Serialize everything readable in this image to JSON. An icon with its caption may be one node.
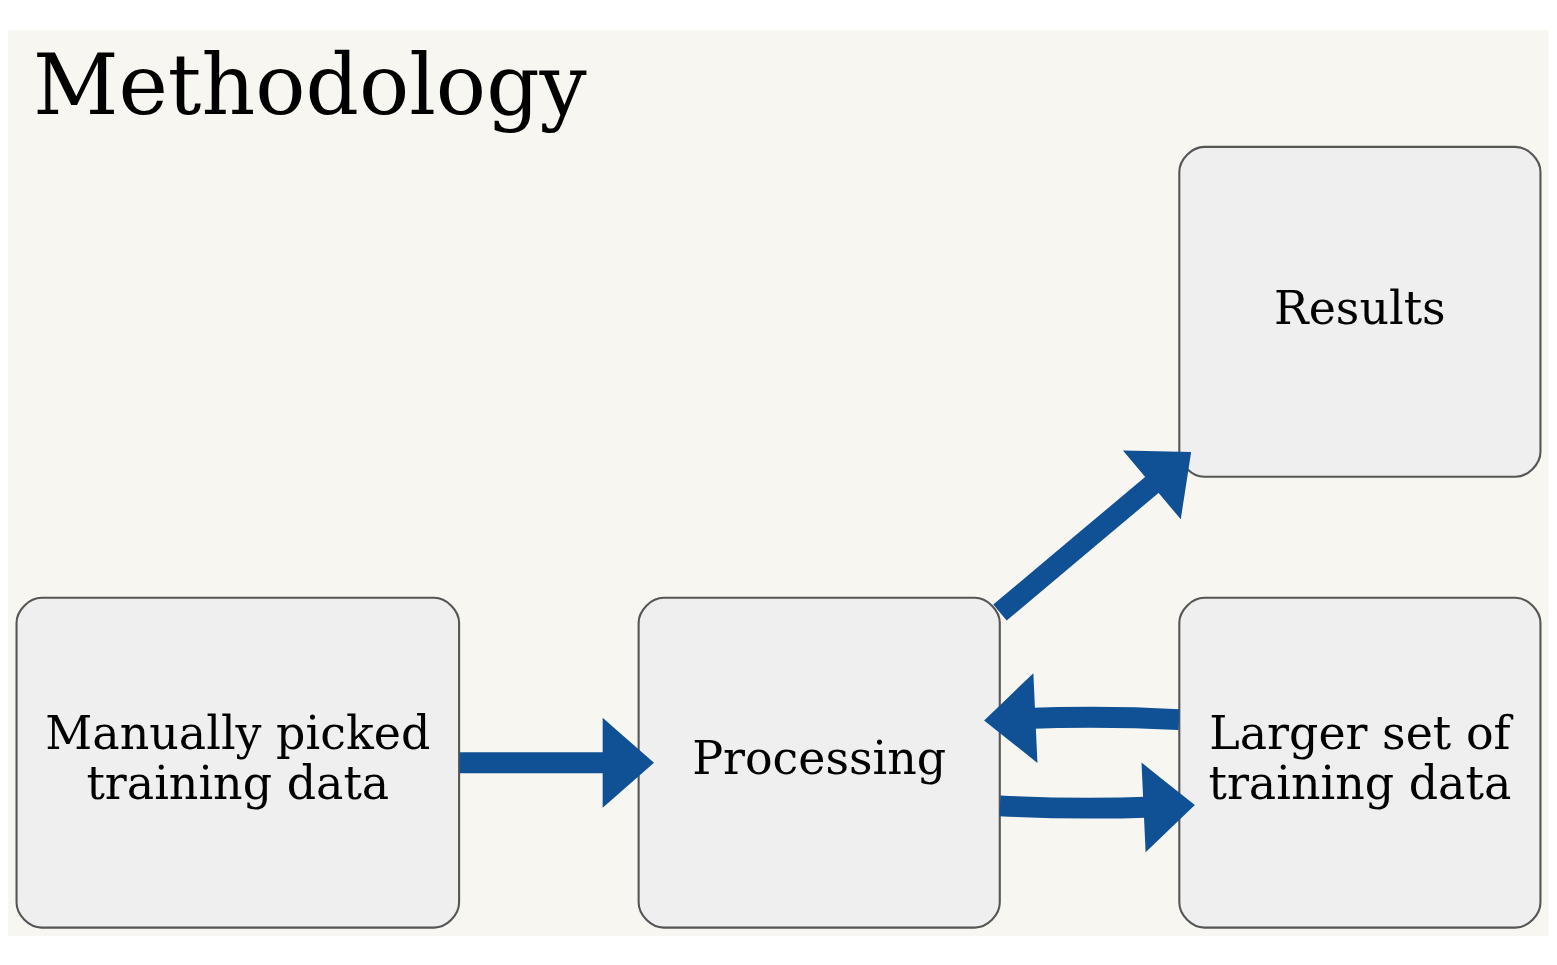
{
  "diagram": {
    "title": "Methodology",
    "nodes": [
      {
        "text": [
          "Manually picked training data"
        ]
      },
      {
        "text": [
          "Processing"
        ]
      },
      {
        "text": [
          "Results"
        ]
      },
      {
        "text": [
          "Larger set of training data"
        ]
      }
    ],
    "edges": [
      {
        "from": 0,
        "to": 1,
        "arrow": "to"
      },
      {
        "from": 1,
        "to": 2,
        "arrow": "to"
      },
      {
        "from": 1,
        "to": 3,
        "arrow": "to"
      },
      {
        "from": 3,
        "to": 1,
        "arrow": "to"
      }
    ]
  }
}
